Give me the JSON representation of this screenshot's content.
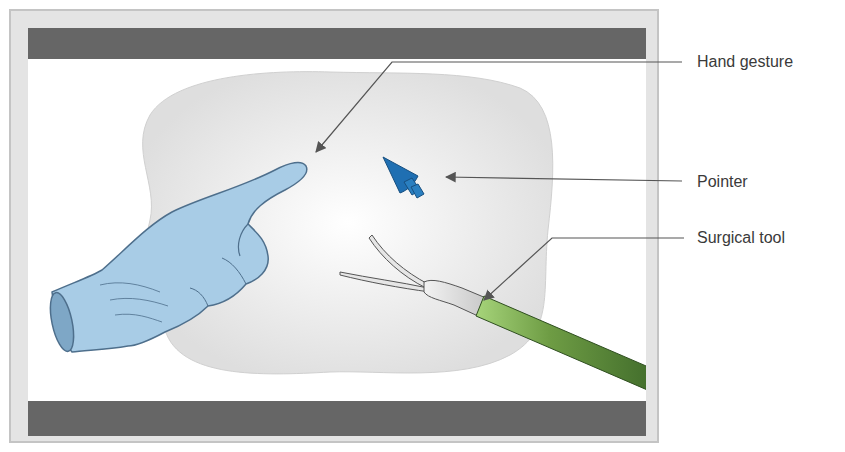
{
  "diagram": {
    "labels": [
      "Hand gesture",
      "Pointer",
      "Surgical tool"
    ]
  }
}
